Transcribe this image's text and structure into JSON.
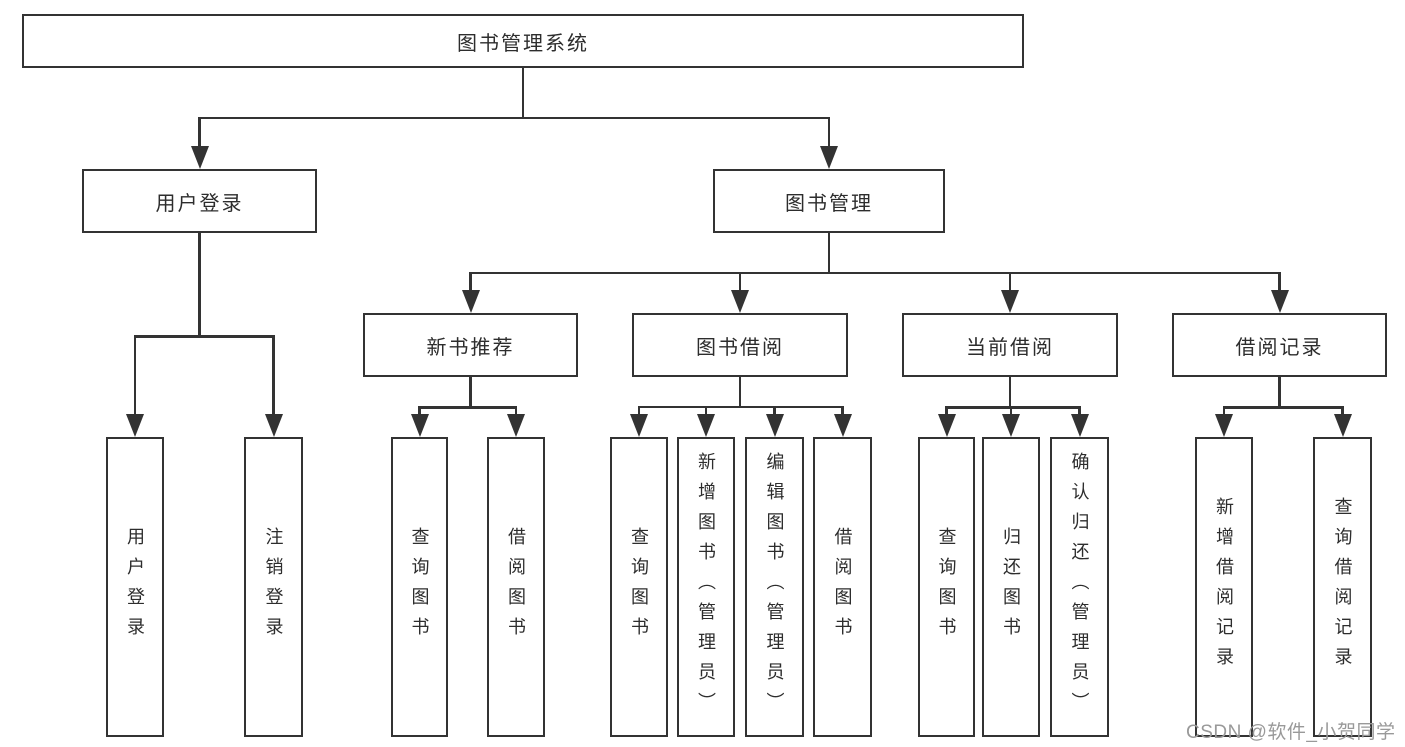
{
  "colors": {
    "stroke": "#333333",
    "node_text": "#2d2d2d",
    "node_fill": "#ffffff",
    "background": "#ffffff",
    "watermark": "#999999"
  },
  "diagram": {
    "root": {
      "label": "图书管理系统"
    },
    "level2": [
      {
        "label": "用户登录"
      },
      {
        "label": "图书管理"
      }
    ],
    "level3": [
      {
        "label": "新书推荐"
      },
      {
        "label": "图书借阅"
      },
      {
        "label": "当前借阅"
      },
      {
        "label": "借阅记录"
      }
    ],
    "leaves": [
      {
        "label": "用户登录"
      },
      {
        "label": "注销登录"
      },
      {
        "label": "查询图书"
      },
      {
        "label": "借阅图书"
      },
      {
        "label": "查询图书"
      },
      {
        "label": "新增图书（管理员）"
      },
      {
        "label": "编辑图书（管理员）"
      },
      {
        "label": "借阅图书"
      },
      {
        "label": "查询图书"
      },
      {
        "label": "归还图书"
      },
      {
        "label": "确认归还（管理员）"
      },
      {
        "label": "新增借阅记录"
      },
      {
        "label": "查询借阅记录"
      }
    ]
  },
  "watermark": {
    "text": "CSDN @软件_小贺同学"
  }
}
